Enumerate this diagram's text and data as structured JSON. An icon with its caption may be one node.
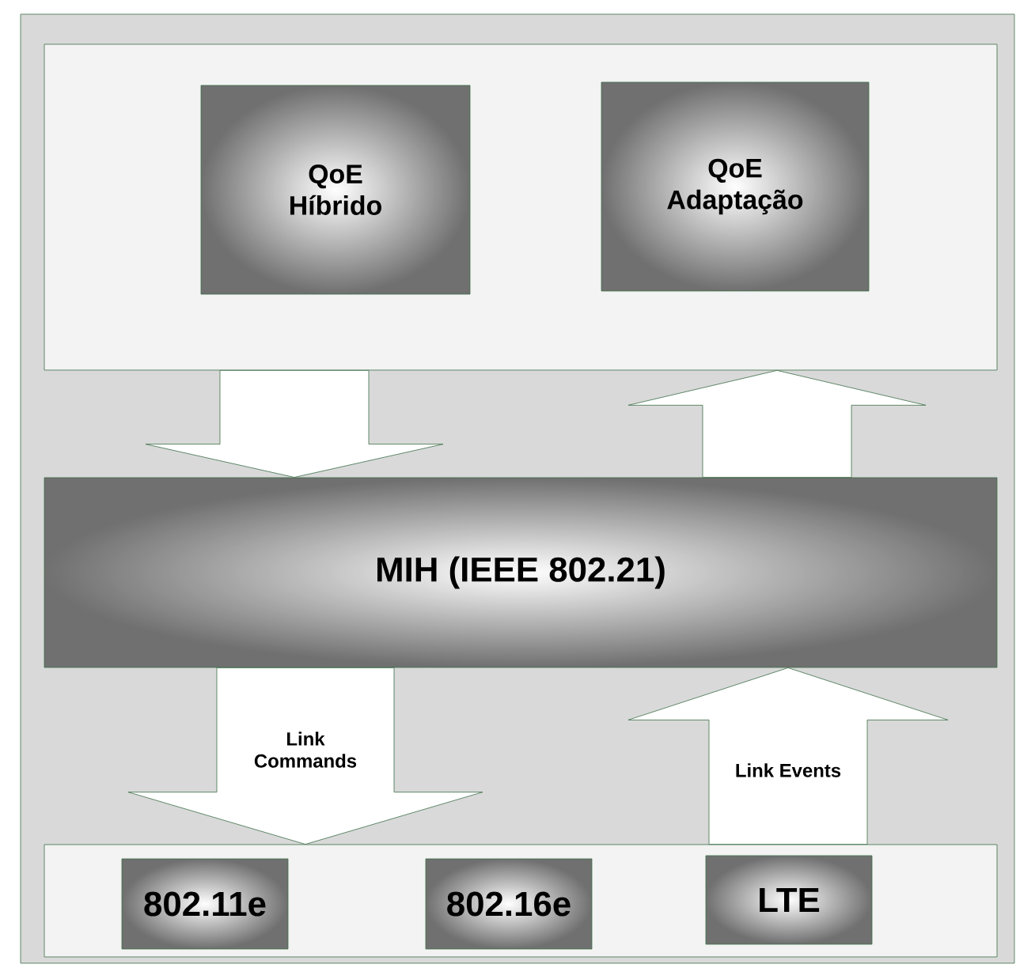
{
  "diagram": {
    "nodes": [
      {
        "text": [],
        "shape": "box"
      },
      {
        "text": [
          "QoE Híbrido"
        ],
        "in": 0
      },
      {
        "text": [
          "QoE Adaptação"
        ],
        "in": 0
      },
      {
        "text": [
          "MIH (IEEE 802.21)"
        ]
      },
      {
        "text": [],
        "shape": "box"
      },
      {
        "text": [
          "802.11e"
        ],
        "in": 4
      },
      {
        "text": [
          "802.16e"
        ],
        "in": 4
      },
      {
        "text": [
          "LTE"
        ],
        "in": 4
      }
    ],
    "edges": [
      {
        "from": 0,
        "to": 3,
        "arrow": "to"
      },
      {
        "from": 3,
        "to": 0,
        "arrow": "to"
      },
      {
        "from": 3,
        "to": 4,
        "arrow": "to",
        "label": "Link Commands"
      },
      {
        "from": 4,
        "to": 3,
        "arrow": "to",
        "label": "Link Events"
      }
    ]
  }
}
